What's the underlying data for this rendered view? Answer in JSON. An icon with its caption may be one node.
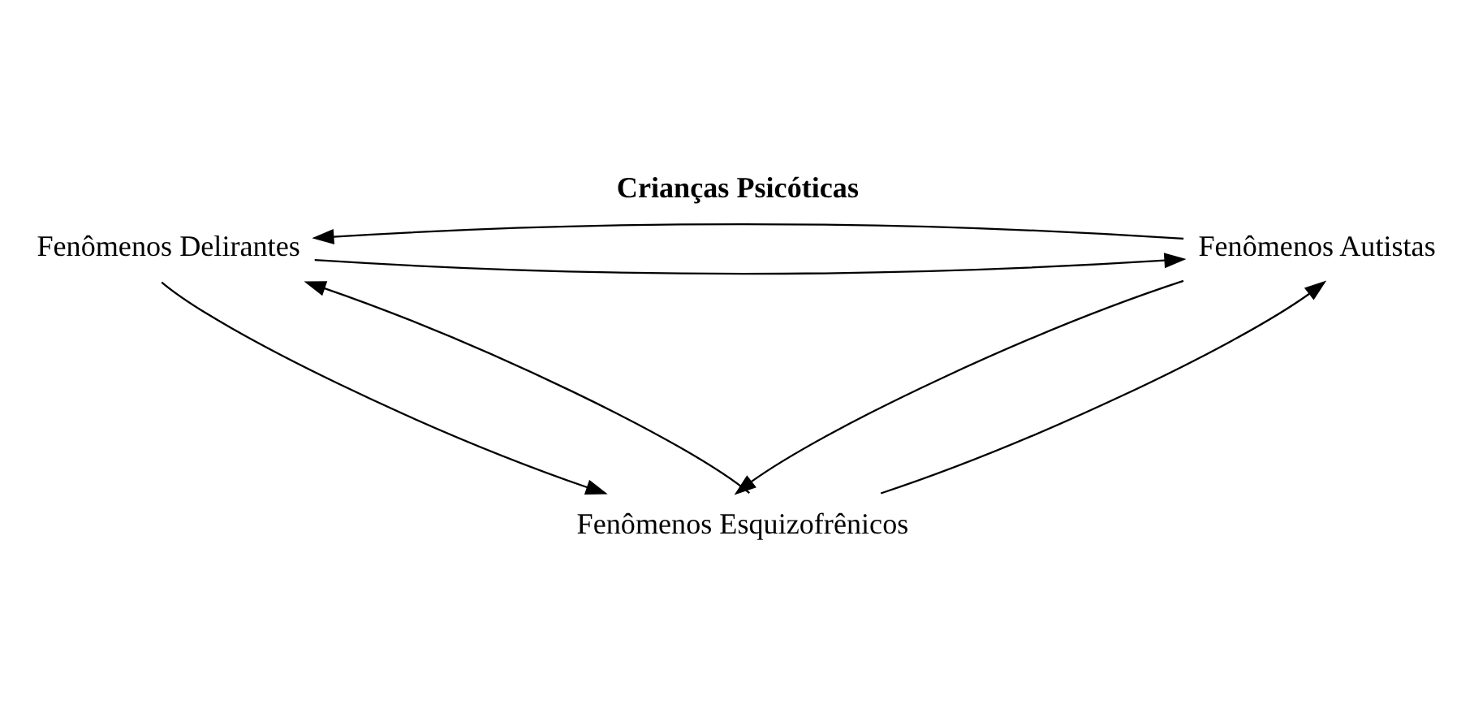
{
  "diagram": {
    "title": "Crianças Psicóticas",
    "nodes": [
      {
        "text": [
          "Fenômenos Delirantes"
        ]
      },
      {
        "text": [
          "Fenômenos Autistas"
        ]
      },
      {
        "text": [
          "Fenômenos Esquizofrênicos"
        ]
      }
    ],
    "edges": [
      {
        "from": 0,
        "to": 1,
        "arrow": "to"
      },
      {
        "from": 1,
        "to": 0,
        "arrow": "to"
      },
      {
        "from": 2,
        "to": 0,
        "arrow": "to"
      },
      {
        "from": 0,
        "to": 2,
        "arrow": "to"
      },
      {
        "from": 1,
        "to": 2,
        "arrow": "to"
      },
      {
        "from": 2,
        "to": 1,
        "arrow": "to"
      }
    ]
  }
}
